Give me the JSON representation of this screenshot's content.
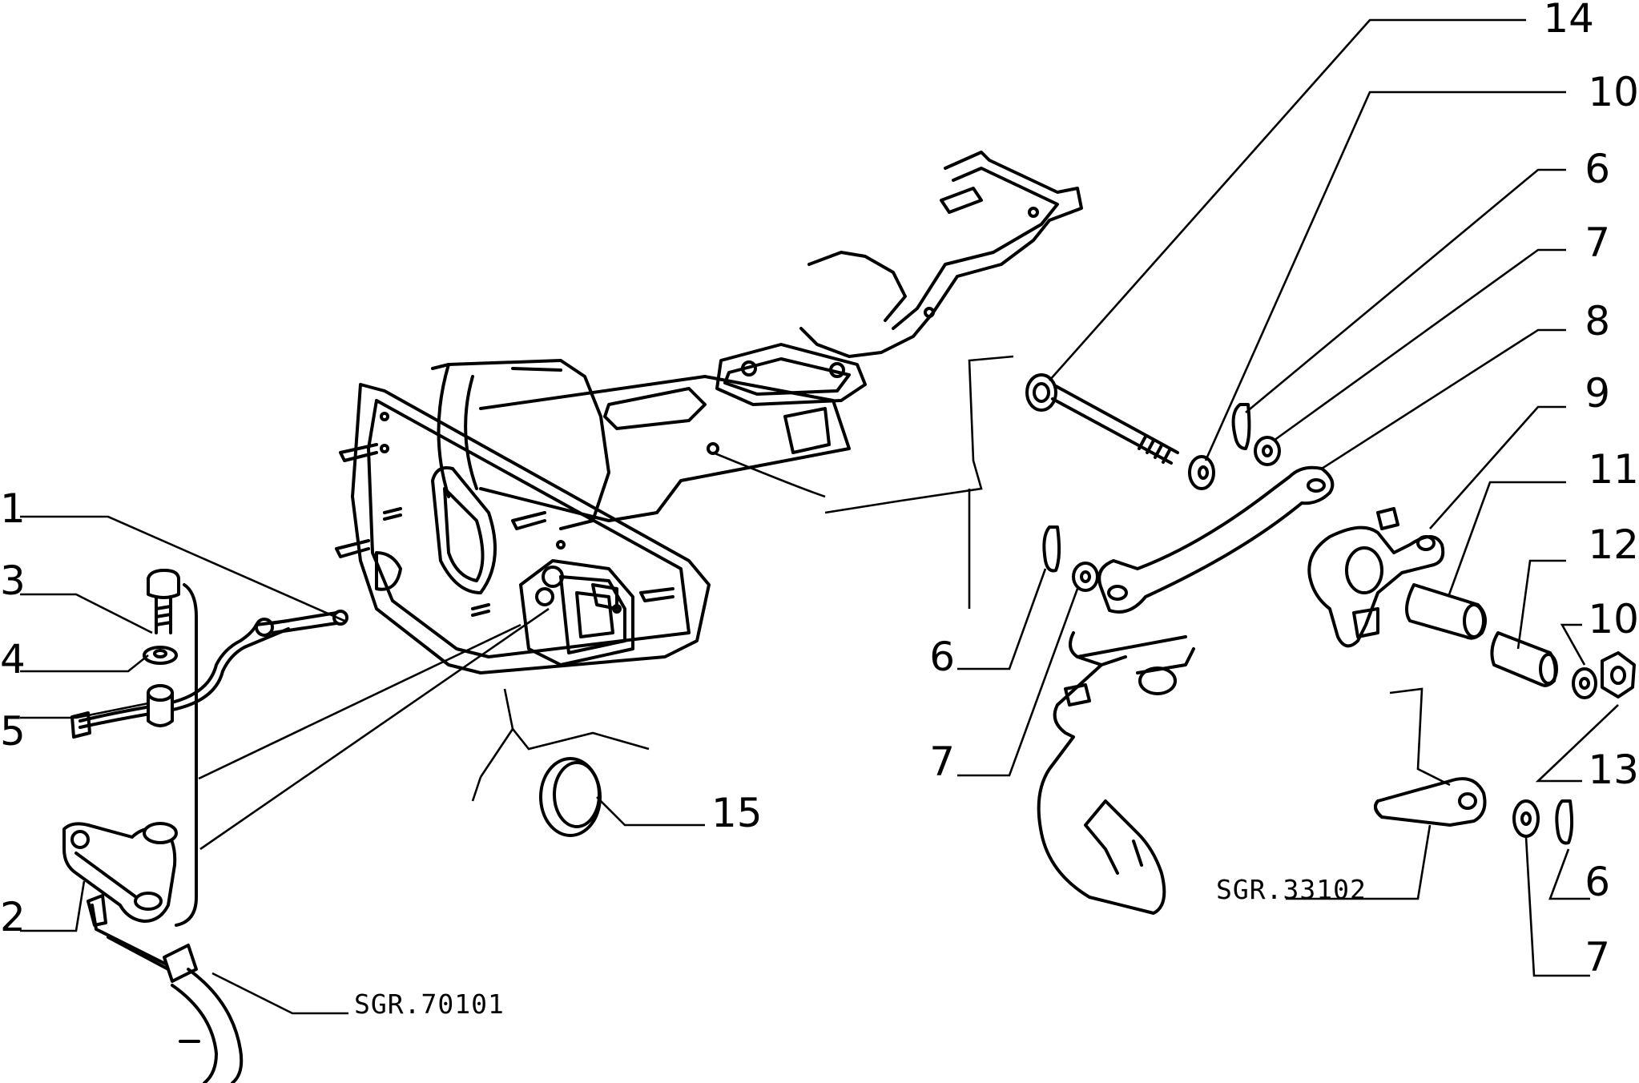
{
  "callouts": [
    {
      "id": "c-14",
      "text": "14"
    },
    {
      "id": "c-10a",
      "text": "10"
    },
    {
      "id": "c-6a",
      "text": "6"
    },
    {
      "id": "c-7a",
      "text": "7"
    },
    {
      "id": "c-8",
      "text": "8"
    },
    {
      "id": "c-9",
      "text": "9"
    },
    {
      "id": "c-11",
      "text": "11"
    },
    {
      "id": "c-12",
      "text": "12"
    },
    {
      "id": "c-10b",
      "text": "10"
    },
    {
      "id": "c-13",
      "text": "13"
    },
    {
      "id": "c-6b",
      "text": "6"
    },
    {
      "id": "c-7b",
      "text": "7"
    },
    {
      "id": "c-6c",
      "text": "6"
    },
    {
      "id": "c-7c",
      "text": "7"
    },
    {
      "id": "c-1",
      "text": "1"
    },
    {
      "id": "c-3",
      "text": "3"
    },
    {
      "id": "c-4",
      "text": "4"
    },
    {
      "id": "c-5",
      "text": "5"
    },
    {
      "id": "c-2",
      "text": "2"
    },
    {
      "id": "c-15",
      "text": "15"
    }
  ],
  "references": {
    "ref_left": "SGR.70101",
    "ref_right": "SGR.33102"
  }
}
